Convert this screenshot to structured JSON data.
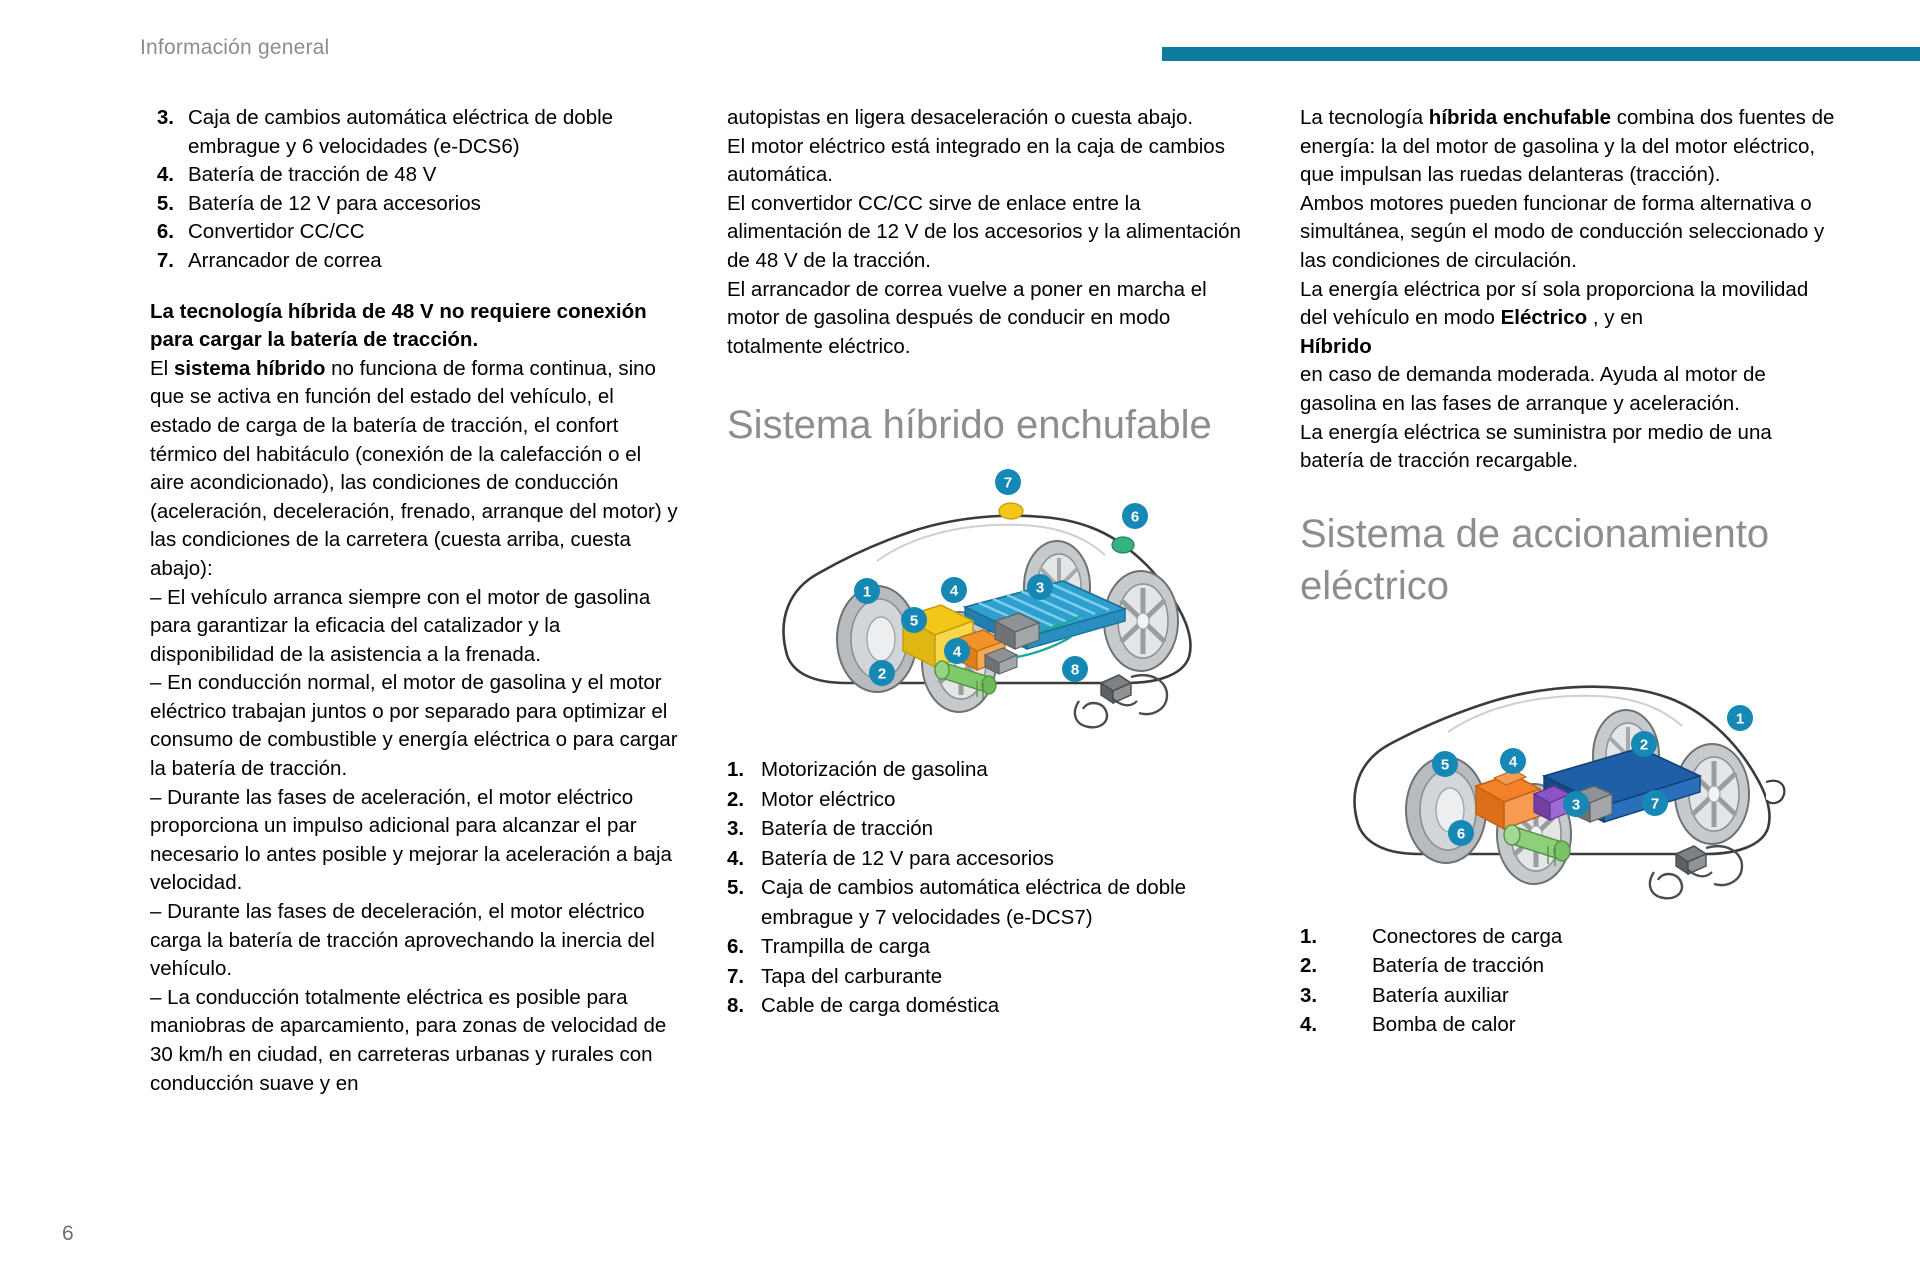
{
  "header": {
    "title": "Información general",
    "accent_color": "#0d7a9e"
  },
  "page_number": "6",
  "column_1": {
    "numbered_items": [
      {
        "n": "3.",
        "text": "Caja de cambios automática eléctrica de doble embrague y 6 velocidades (e-DCS6)"
      },
      {
        "n": "4.",
        "text": "Batería de tracción de 48 V"
      },
      {
        "n": "5.",
        "text": "Batería de 12 V para accesorios"
      },
      {
        "n": "6.",
        "text": "Convertidor CC/CC"
      },
      {
        "n": "7.",
        "text": "Arrancador de correa"
      }
    ],
    "lead_bold": "La tecnología híbrida de 48 V no requiere conexión para cargar la batería de tracción.",
    "para_1_pre": "El ",
    "para_1_bold": "sistema híbrido",
    "para_1_post": " no funciona de forma continua, sino que se activa en función del estado del vehículo, el estado de carga de la batería de tracción, el confort térmico del habitáculo (conexión de la calefacción o el aire acondicionado), las condiciones de conducción (aceleración, deceleración, frenado, arranque del motor) y las condiciones de la carretera (cuesta arriba, cuesta abajo):",
    "bullets": [
      "– El vehículo arranca siempre con el motor de gasolina para garantizar la eficacia del catalizador y la disponibilidad de la asistencia a la frenada.",
      "– En conducción normal, el motor de gasolina y el motor eléctrico trabajan juntos o por separado para optimizar el consumo de combustible y energía eléctrica o para cargar la batería de tracción.",
      "– Durante las fases de aceleración, el motor eléctrico proporciona un impulso adicional para alcanzar el par necesario lo antes posible y mejorar la aceleración a baja velocidad.",
      "– Durante las fases de deceleración, el motor eléctrico carga la batería de tracción aprovechando la inercia del vehículo.",
      "– La conducción totalmente eléctrica es posible para maniobras de aparcamiento, para zonas de velocidad de 30 km/h en ciudad, en carreteras urbanas y rurales con conducción suave y en"
    ]
  },
  "column_2": {
    "continuation": "autopistas en ligera desaceleración o cuesta abajo.",
    "paragraphs": [
      "El motor eléctrico está integrado en la caja de cambios automática.",
      "El convertidor CC/CC sirve de enlace entre la alimentación de 12 V de los accesorios y la alimentación de 48 V de la tracción.",
      "El arrancador de correa vuelve a poner en marcha el motor de gasolina después de conducir en modo totalmente eléctrico."
    ],
    "heading": "Sistema híbrido enchufable",
    "figure_name": "plug-in-hybrid-car-diagram",
    "figure_callouts": [
      "1",
      "2",
      "3",
      "4",
      "4",
      "5",
      "6",
      "7",
      "8"
    ],
    "legend": [
      {
        "n": "1.",
        "text": "Motorización de gasolina"
      },
      {
        "n": "2.",
        "text": "Motor eléctrico"
      },
      {
        "n": "3.",
        "text": "Batería de tracción"
      },
      {
        "n": "4.",
        "text": "Batería de 12 V para accesorios"
      },
      {
        "n": "5.",
        "text": "Caja de cambios automática eléctrica de doble embrague y 7 velocidades (e-DCS7)"
      },
      {
        "n": "6.",
        "text": "Trampilla de carga"
      },
      {
        "n": "7.",
        "text": "Tapa del carburante"
      },
      {
        "n": "8.",
        "text": "Cable de carga doméstica"
      }
    ]
  },
  "column_3": {
    "para_1_pre": "La tecnología ",
    "para_1_bold": "híbrida enchufable",
    "para_1_post": " combina dos fuentes de energía: la del motor de gasolina y la del motor eléctrico, que impulsan las ruedas delanteras (tracción).",
    "para_2": "Ambos motores pueden funcionar de forma alternativa o simultánea, según el modo de conducción seleccionado y las condiciones de circulación.",
    "para_3_pre": "La energía eléctrica por sí sola proporciona la movilidad del vehículo en modo ",
    "para_3_bold_1": "Eléctrico",
    "para_3_mid": " , y en",
    "para_3_bold_2": "Híbrido",
    "para_3_post": "en caso de demanda moderada. Ayuda al motor de gasolina en las fases de arranque y aceleración.",
    "para_4": "La energía eléctrica se suministra por medio de una batería de tracción recargable.",
    "heading": "Sistema de accionamiento eléctrico",
    "figure_name": "electric-drive-car-diagram",
    "figure_callouts": [
      "1",
      "2",
      "3",
      "4",
      "5",
      "6",
      "7"
    ],
    "legend": [
      {
        "n": "1.",
        "text": "Conectores de carga"
      },
      {
        "n": "2.",
        "text": "Batería de tracción"
      },
      {
        "n": "3.",
        "text": "Batería auxiliar"
      },
      {
        "n": "4.",
        "text": "Bomba de calor"
      }
    ]
  }
}
